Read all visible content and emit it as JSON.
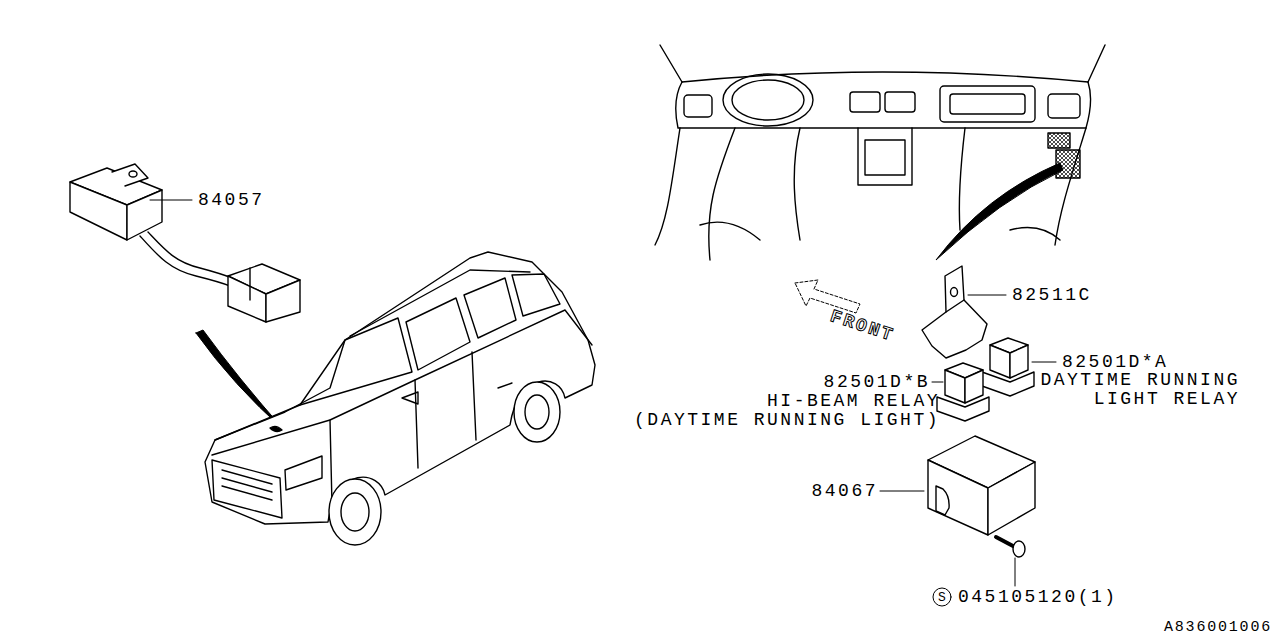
{
  "diagram": {
    "labels": [
      "84057",
      "82511C",
      "82501D*A",
      "DAYTIME RUNNING LIGHT RELAY",
      "82501D*B",
      "HI-BEAM RELAY (DAYTIME RUNNING LIGHT)",
      "FRONT",
      "84067",
      "S",
      "045105120(1)",
      "A836001006"
    ]
  }
}
